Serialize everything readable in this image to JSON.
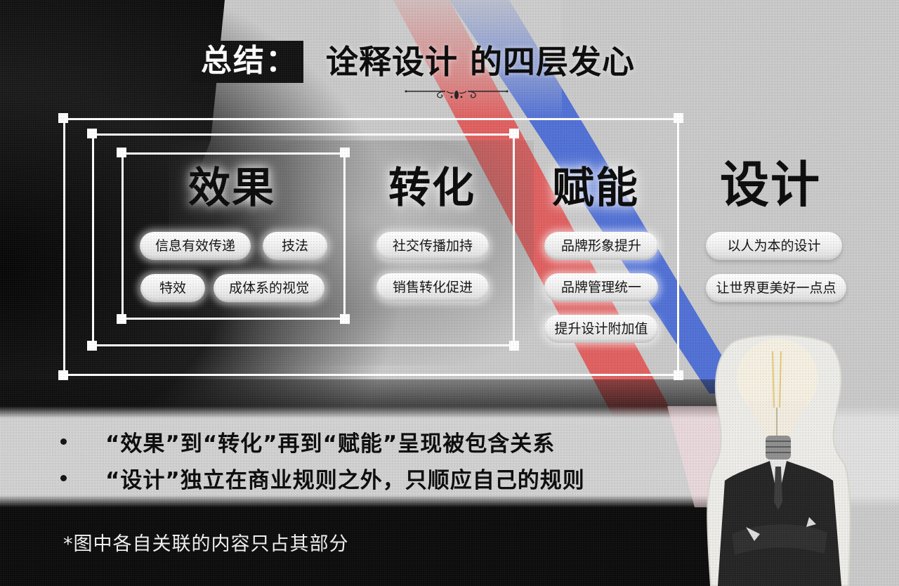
{
  "title": {
    "prefix": "总结：",
    "main": "诠释设计 的四层发心"
  },
  "colors": {
    "background_dark": "#0c0c0c",
    "background_light": "#c9c9c9",
    "band_red": "#e25656",
    "band_blue": "#4a6cd6",
    "frame_line": "#ffffff",
    "pill_fill": "#f2f2f2",
    "text_dark": "#0a0a0a",
    "footnote_text": "#f1f1f1"
  },
  "layers": [
    {
      "heading": "效果",
      "tags": [
        "信息有效传递",
        "技法",
        "特效",
        "成体系的视觉"
      ]
    },
    {
      "heading": "转化",
      "tags": [
        "社交传播加持",
        "销售转化促进"
      ]
    },
    {
      "heading": "赋能",
      "tags": [
        "品牌形象提升",
        "品牌管理统一",
        "提升设计附加值"
      ]
    },
    {
      "heading": "设计",
      "tags": [
        "以人为本的设计",
        "让世界更美好一点点"
      ]
    }
  ],
  "summary": {
    "bullets": [
      "“效果”到“转化”再到“赋能”呈现被包含关系",
      "“设计”独立在商业规则之外，只顺应自己的规则"
    ]
  },
  "footnote": "*图中各自关联的内容只占其部分",
  "illustration": {
    "subject": "lightbulb-head-businessman"
  }
}
